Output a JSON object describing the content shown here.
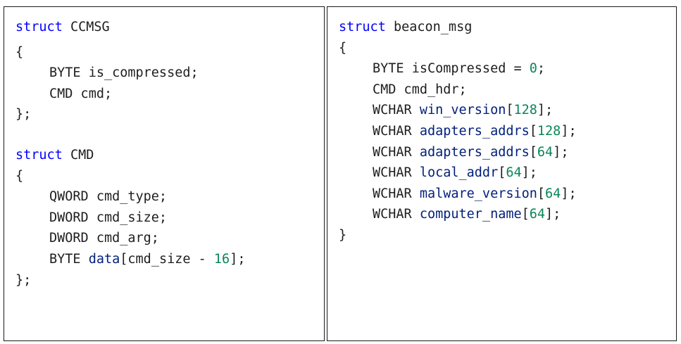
{
  "left_panel": {
    "lines": [
      {
        "tokens": [
          {
            "t": "kw",
            "v": "struct"
          },
          {
            "t": "ty",
            "v": " CCMSG"
          }
        ]
      },
      {
        "tokens": [
          {
            "t": "ty",
            "v": "{"
          }
        ]
      },
      {
        "tokens": [
          {
            "t": "ty",
            "v": "BYTE is_compressed;"
          }
        ],
        "indent": true
      },
      {
        "tokens": [
          {
            "t": "ty",
            "v": "CMD cmd;"
          }
        ],
        "indent": true
      },
      {
        "tokens": [
          {
            "t": "ty",
            "v": "};"
          }
        ]
      },
      {
        "tokens": [
          {
            "t": "kw",
            "v": "struct"
          },
          {
            "t": "ty",
            "v": " CMD"
          }
        ]
      },
      {
        "tokens": [
          {
            "t": "ty",
            "v": "{"
          }
        ]
      },
      {
        "tokens": [
          {
            "t": "ty",
            "v": "QWORD cmd_type;"
          }
        ],
        "indent": true
      },
      {
        "tokens": [
          {
            "t": "ty",
            "v": "DWORD cmd_size;"
          }
        ],
        "indent": true
      },
      {
        "tokens": [
          {
            "t": "ty",
            "v": "DWORD cmd_arg;"
          }
        ],
        "indent": true
      },
      {
        "tokens": [
          {
            "t": "ty",
            "v": "BYTE "
          },
          {
            "t": "id",
            "v": "data"
          },
          {
            "t": "ty",
            "v": "[cmd_size - "
          },
          {
            "t": "num",
            "v": "16"
          },
          {
            "t": "ty",
            "v": "];"
          }
        ],
        "indent": true
      },
      {
        "tokens": [
          {
            "t": "ty",
            "v": "};"
          }
        ]
      }
    ]
  },
  "right_panel": {
    "lines": [
      {
        "tokens": [
          {
            "t": "kw",
            "v": "struct"
          },
          {
            "t": "ty",
            "v": " beacon_msg"
          }
        ]
      },
      {
        "tokens": [
          {
            "t": "ty",
            "v": "{"
          }
        ]
      },
      {
        "tokens": [
          {
            "t": "ty",
            "v": "BYTE isCompressed = "
          },
          {
            "t": "num",
            "v": "0"
          },
          {
            "t": "ty",
            "v": ";"
          }
        ],
        "indent": true
      },
      {
        "tokens": [
          {
            "t": "ty",
            "v": "CMD cmd_hdr;"
          }
        ],
        "indent": true
      },
      {
        "tokens": [
          {
            "t": "ty",
            "v": "WCHAR "
          },
          {
            "t": "id",
            "v": "win_version"
          },
          {
            "t": "ty",
            "v": "["
          },
          {
            "t": "num",
            "v": "128"
          },
          {
            "t": "ty",
            "v": "];"
          }
        ],
        "indent": true
      },
      {
        "tokens": [
          {
            "t": "ty",
            "v": "WCHAR "
          },
          {
            "t": "id",
            "v": "adapters_addrs"
          },
          {
            "t": "ty",
            "v": "["
          },
          {
            "t": "num",
            "v": "128"
          },
          {
            "t": "ty",
            "v": "];"
          }
        ],
        "indent": true
      },
      {
        "tokens": [
          {
            "t": "ty",
            "v": "WCHAR "
          },
          {
            "t": "id",
            "v": "adapters_addrs"
          },
          {
            "t": "ty",
            "v": "["
          },
          {
            "t": "num",
            "v": "64"
          },
          {
            "t": "ty",
            "v": "];"
          }
        ],
        "indent": true
      },
      {
        "tokens": [
          {
            "t": "ty",
            "v": "WCHAR "
          },
          {
            "t": "id",
            "v": "local_addr"
          },
          {
            "t": "ty",
            "v": "["
          },
          {
            "t": "num",
            "v": "64"
          },
          {
            "t": "ty",
            "v": "];"
          }
        ],
        "indent": true
      },
      {
        "tokens": [
          {
            "t": "ty",
            "v": "WCHAR "
          },
          {
            "t": "id",
            "v": "malware_version"
          },
          {
            "t": "ty",
            "v": "["
          },
          {
            "t": "num",
            "v": "64"
          },
          {
            "t": "ty",
            "v": "];"
          }
        ],
        "indent": true
      },
      {
        "tokens": [
          {
            "t": "ty",
            "v": "WCHAR "
          },
          {
            "t": "id",
            "v": "computer_name"
          },
          {
            "t": "ty",
            "v": "["
          },
          {
            "t": "num",
            "v": "64"
          },
          {
            "t": "ty",
            "v": "];"
          }
        ],
        "indent": true
      },
      {
        "tokens": [
          {
            "t": "ty",
            "v": "}"
          }
        ]
      }
    ]
  },
  "colors": {
    "keyword": "#0000ff",
    "identifier": "#001f7a",
    "number": "#098658",
    "text": "#1e1e1e",
    "border": "#1a1a1a"
  }
}
